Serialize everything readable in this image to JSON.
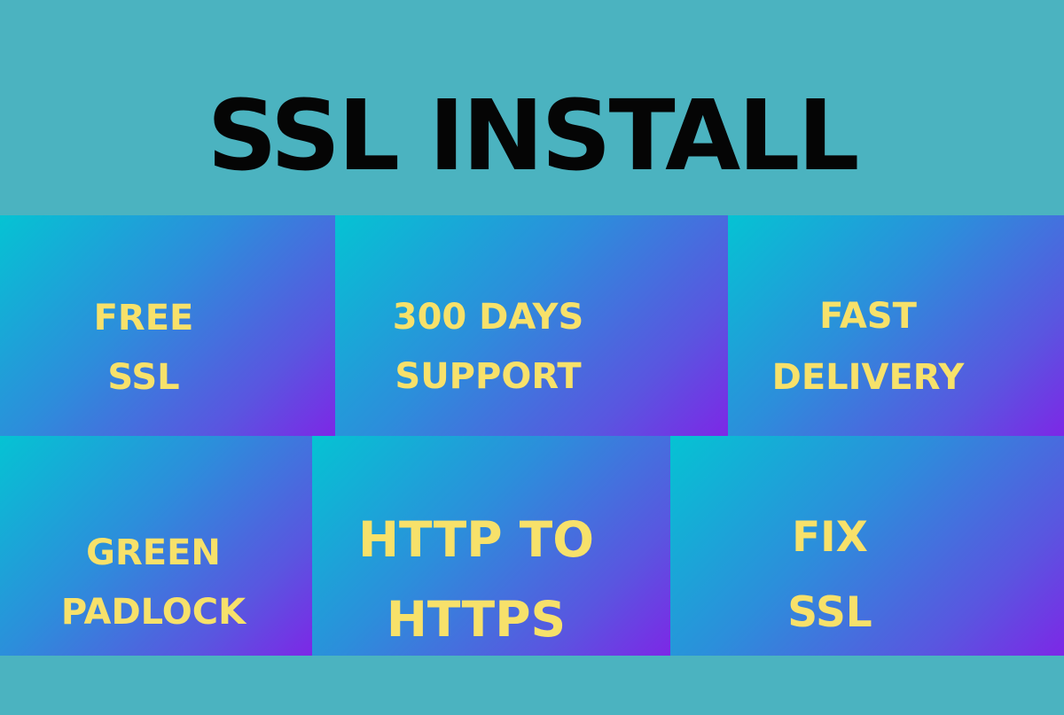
{
  "title": "SSL INSTALL",
  "features": [
    {
      "line1": "FREE",
      "line2": "SSL"
    },
    {
      "line1": "300 DAYS",
      "line2": "SUPPORT"
    },
    {
      "line1": "FAST",
      "line2": "DELIVERY"
    },
    {
      "line1": "GREEN",
      "line2": "PADLOCK"
    },
    {
      "line1": "HTTP TO",
      "line2": "HTTPS"
    },
    {
      "line1": "FIX",
      "line2": "SSL"
    }
  ],
  "colors": {
    "background": "#4bb3c0",
    "title_text": "#050505",
    "feature_text": "#f7e16a",
    "tile_gradient_start": "#05c3d3",
    "tile_gradient_end": "#7d27e6"
  }
}
